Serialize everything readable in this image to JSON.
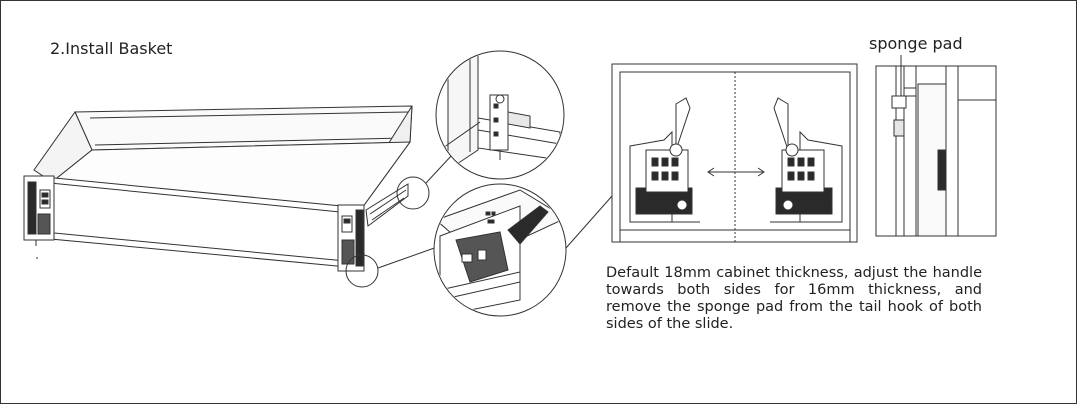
{
  "page": {
    "step_title": "2.Install Basket",
    "callout_label": "sponge pad",
    "instruction": "Default 18mm cabinet thickness, adjust the handle towards both sides for 16mm thickness, and remove the sponge pad from the tail hook of both sides of the slide."
  },
  "colors": {
    "line": "#333333",
    "background": "#ffffff",
    "panel_fill": "#f2f2f2",
    "mechanism_dark": "#2a2a2a"
  }
}
